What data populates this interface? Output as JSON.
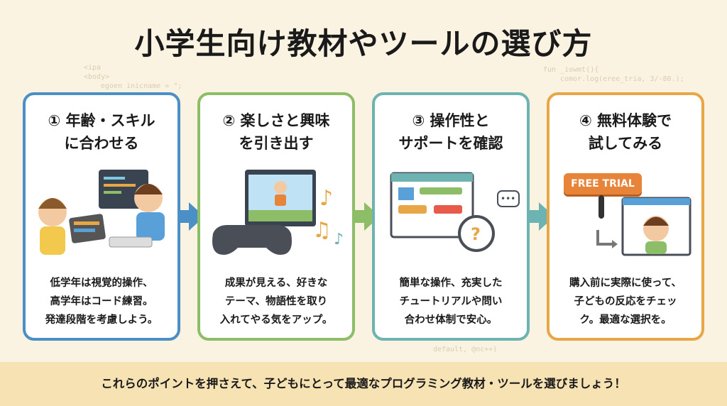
{
  "title": "小学生向け教材やツールの選び方",
  "background_code": [
    "<ipa",
    "<body>",
    "egoen inicname = \";",
    "fun _iowmt(){",
    "comor.log(eree_tria, 3/-80.);",
    "default, @nc++)"
  ],
  "cards": [
    {
      "heading": "① 年齢・スキル\nに合わせる",
      "description": "低学年は視覚的操作、\n高学年はコード練習。\n発達段階を考慮しよう。",
      "color": "#4a8fc6"
    },
    {
      "heading": "② 楽しさと興味\nを引き出す",
      "description": "成果が見える、好きな\nテーマ、物語性を取り\n入れてやる気をアップ。",
      "color": "#8dbd67"
    },
    {
      "heading": "③ 操作性と\nサポートを確認",
      "description": "簡単な操作、充実した\nチュートリアルや問い\n合わせ体制で安心。",
      "color": "#6db3b2"
    },
    {
      "heading": "④ 無料体験で\n試してみる",
      "description": "購入前に実際に使って、\n子どもの反応をチェッ\nク。最適な選択を。",
      "color": "#e8a746",
      "badge": "FREE TRIAL"
    }
  ],
  "arrow_colors": [
    "#4a8fc6",
    "#8dbd67",
    "#6db3b2"
  ],
  "footer": "これらのポイントを押さえて、子どもにとって最適なプログラミング教材・ツールを選びましょう！"
}
